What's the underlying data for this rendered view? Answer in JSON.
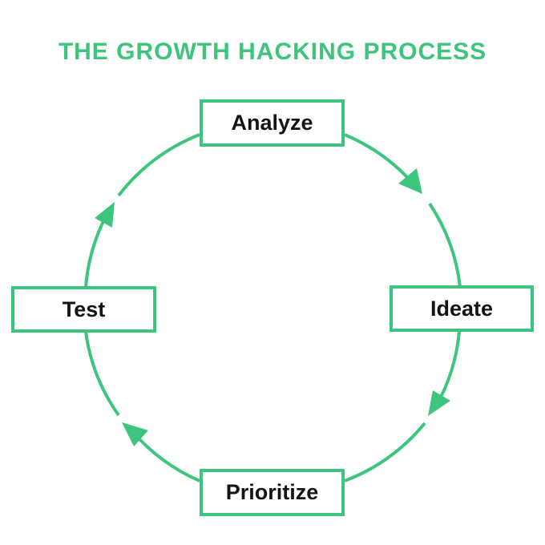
{
  "title": "THE GROWTH HACKING PROCESS",
  "colors": {
    "accent": "#3ec57d",
    "text": "#141414",
    "background": "#ffffff"
  },
  "steps": [
    {
      "label": "Analyze",
      "position": "top"
    },
    {
      "label": "Ideate",
      "position": "right"
    },
    {
      "label": "Prioritize",
      "position": "bottom"
    },
    {
      "label": "Test",
      "position": "left"
    }
  ],
  "flow": "clockwise"
}
